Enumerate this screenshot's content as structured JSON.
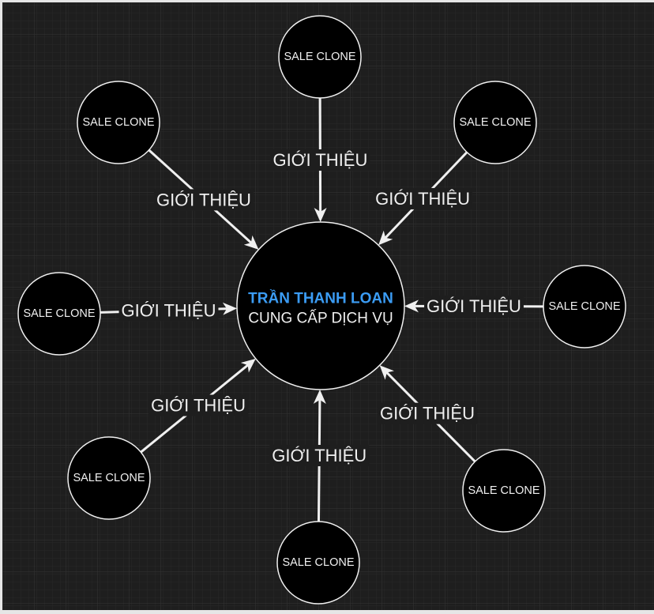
{
  "colors": {
    "frame": "#e6e6e6",
    "canvas": "#1e1e1e",
    "grid_minor": "#282828",
    "grid_major": "#343434",
    "node_fill": "#000000",
    "stroke": "#f0f0f0",
    "text": "#f0f0f0",
    "title_accent": "#3b9cf4"
  },
  "center_node": {
    "title": "TRẦN THANH LOAN",
    "subtitle": "CUNG CẤP DỊCH VỤ"
  },
  "satellite_nodes": [
    {
      "label": "SALE CLONE",
      "edge_label": "GIỚI THIỆU"
    },
    {
      "label": "SALE CLONE",
      "edge_label": "GIỚI THIỆU"
    },
    {
      "label": "SALE CLONE",
      "edge_label": "GIỚI THIỆU"
    },
    {
      "label": "SALE CLONE",
      "edge_label": "GIỚI THIỆU"
    },
    {
      "label": "SALE CLONE",
      "edge_label": "GIỚI THIỆU"
    },
    {
      "label": "SALE CLONE",
      "edge_label": "GIỚI THIỆU"
    },
    {
      "label": "SALE CLONE",
      "edge_label": "GIỚI THIỆU"
    },
    {
      "label": "SALE CLONE",
      "edge_label": "GIỚI THIỆU"
    }
  ]
}
